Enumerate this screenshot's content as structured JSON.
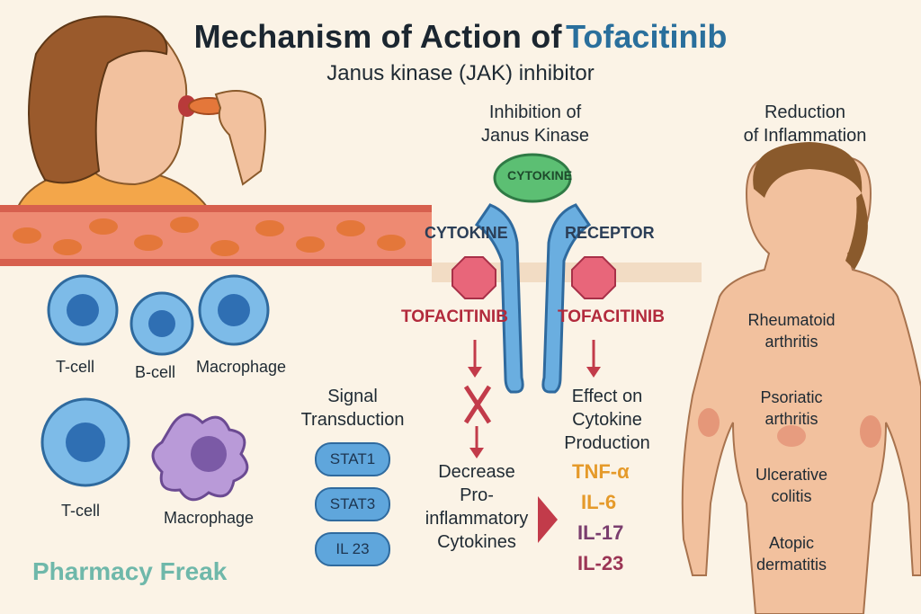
{
  "title": {
    "main": "Mechanism of Action of",
    "accent": "Tofacitinib"
  },
  "subtitle": "Janus kinase (JAK) inhibitor",
  "headers": {
    "inhibition": [
      "Inhibition of",
      "Janus Kinase"
    ],
    "reduction": [
      "Reduction",
      "of Inflammation"
    ]
  },
  "cells_top": [
    "T-cell",
    "B-cell",
    "Macrophage"
  ],
  "cells_bottom": [
    "T-cell",
    "Macrophage"
  ],
  "receptor": {
    "cytokine_bubble": "CYTOKINE",
    "left_label": "CYTOKINE",
    "right_label": "RECEPTOR",
    "drug_left": "TOFACITINIB",
    "drug_right": "TOFACITINIB"
  },
  "signal": {
    "title": [
      "Signal",
      "Transduction"
    ],
    "stats": [
      "STAT1",
      "STAT3",
      "IL 23"
    ]
  },
  "decrease": [
    "Decrease",
    "Pro-",
    "inflammatory",
    "Cytokines"
  ],
  "effect": {
    "title": [
      "Effect on",
      "Cytokine",
      "Production"
    ],
    "cytokines": [
      {
        "name": "TNF-α",
        "color": "#e59a2a"
      },
      {
        "name": "IL-6",
        "color": "#e59a2a"
      },
      {
        "name": "IL-17",
        "color": "#7a3d6e"
      },
      {
        "name": "IL-23",
        "color": "#9b3555"
      }
    ]
  },
  "diseases": [
    [
      "Rheumatoid",
      "arthritis"
    ],
    [
      "Psoriatic",
      "arthritis"
    ],
    [
      "Ulcerative",
      "colitis"
    ],
    [
      "Atopic",
      "dermatitis"
    ]
  ],
  "brand": "Pharmacy Freak",
  "colors": {
    "accent": "#2a6f9c",
    "drug": "#b22a3c",
    "cell": "#5fa6dc",
    "skin": "#f2c19e"
  }
}
